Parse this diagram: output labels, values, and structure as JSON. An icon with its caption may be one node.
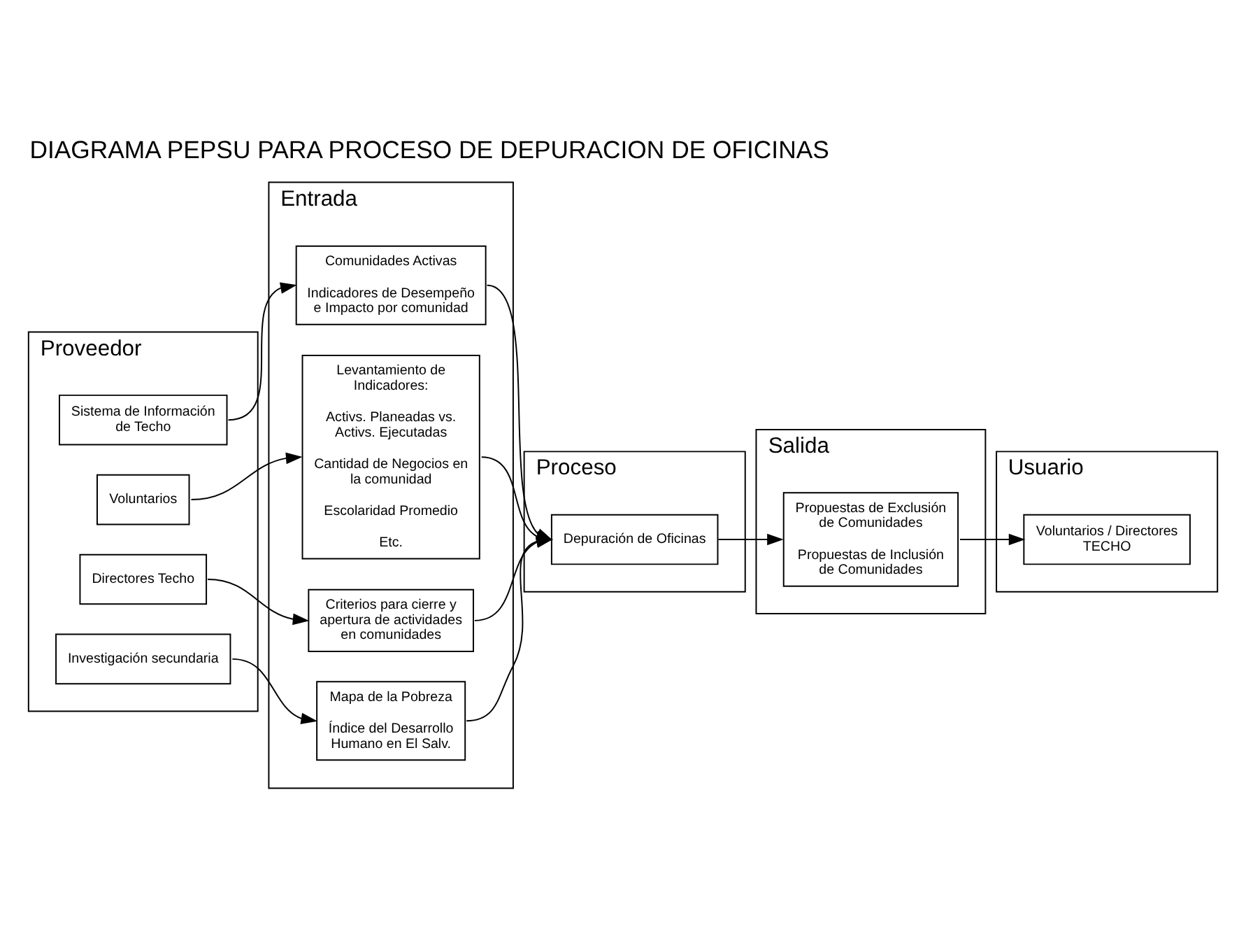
{
  "diagram": {
    "title": "DIAGRAMA PEPSU PARA PROCESO DE DEPURACION DE OFICINAS",
    "nodes": [
      {
        "text": [
          "Proveedor"
        ]
      },
      {
        "text": [
          "Entrada"
        ]
      },
      {
        "text": [
          "Proceso"
        ]
      },
      {
        "text": [
          "Salida"
        ]
      },
      {
        "text": [
          "Usuario"
        ]
      },
      {
        "text": [
          "Sistema de Información de Techo"
        ],
        "in": 0
      },
      {
        "text": [
          "Voluntarios"
        ],
        "in": 0
      },
      {
        "text": [
          "Directores Techo"
        ],
        "in": 0
      },
      {
        "text": [
          "Investigación secundaria"
        ],
        "in": 0
      },
      {
        "text": [
          "Comunidades Activas",
          "Indicadores de Desempeño e Impacto por comunidad"
        ],
        "in": 1
      },
      {
        "text": [
          "Levantamiento de Indicadores:",
          "Activs. Planeadas vs. Activs. Ejecutadas",
          "Cantidad de Negocios en la comunidad",
          "Escolaridad Promedio",
          "Etc."
        ],
        "in": 1
      },
      {
        "text": [
          "Criterios para cierre y apertura de actividades en comunidades"
        ],
        "in": 1
      },
      {
        "text": [
          "Mapa de la Pobreza",
          "Índice del Desarrollo Humano en El Salv."
        ],
        "in": 1
      },
      {
        "text": [
          "Depuración de Oficinas"
        ],
        "in": 2
      },
      {
        "text": [
          "Propuestas de Exclusión de Comunidades",
          "Propuestas de Inclusión de Comunidades"
        ],
        "in": 3
      },
      {
        "text": [
          "Voluntarios / Directores TECHO"
        ],
        "in": 4
      }
    ],
    "edges": [
      {
        "from": 5,
        "to": 9,
        "arrow": "to"
      },
      {
        "from": 6,
        "to": 10,
        "arrow": "to"
      },
      {
        "from": 7,
        "to": 11,
        "arrow": "to"
      },
      {
        "from": 8,
        "to": 12,
        "arrow": "to"
      },
      {
        "from": 9,
        "to": 13,
        "arrow": "to"
      },
      {
        "from": 10,
        "to": 13,
        "arrow": "to"
      },
      {
        "from": 11,
        "to": 13,
        "arrow": "to"
      },
      {
        "from": 12,
        "to": 13,
        "arrow": "to"
      },
      {
        "from": 13,
        "to": 14,
        "arrow": "to"
      },
      {
        "from": 14,
        "to": 15,
        "arrow": "to"
      }
    ]
  }
}
